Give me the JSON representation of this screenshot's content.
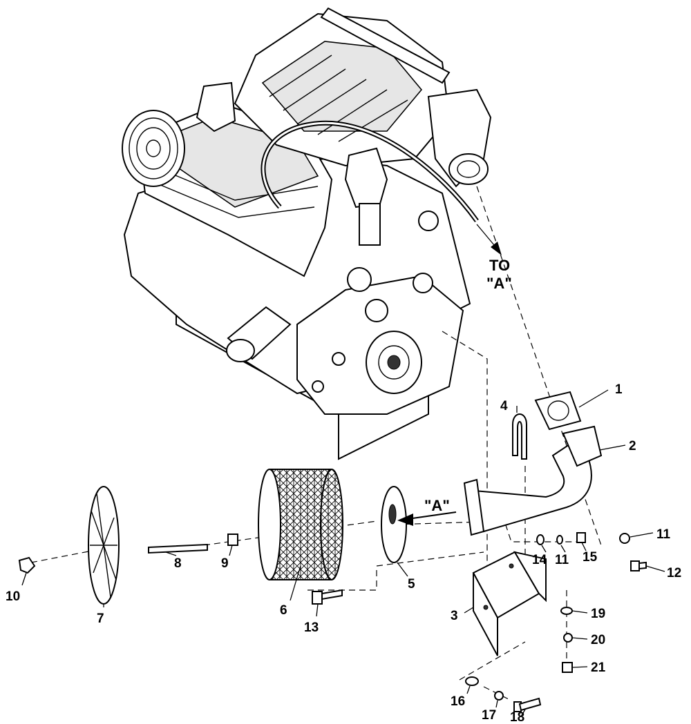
{
  "annotations": {
    "to_a_line1": "TO",
    "to_a_line2": "\"A\"",
    "a_label": "\"A\""
  },
  "callouts": [
    "1",
    "2",
    "3",
    "4",
    "5",
    "6",
    "7",
    "8",
    "9",
    "10",
    "11",
    "11",
    "12",
    "13",
    "14",
    "15",
    "16",
    "17",
    "18",
    "19",
    "20",
    "21"
  ]
}
